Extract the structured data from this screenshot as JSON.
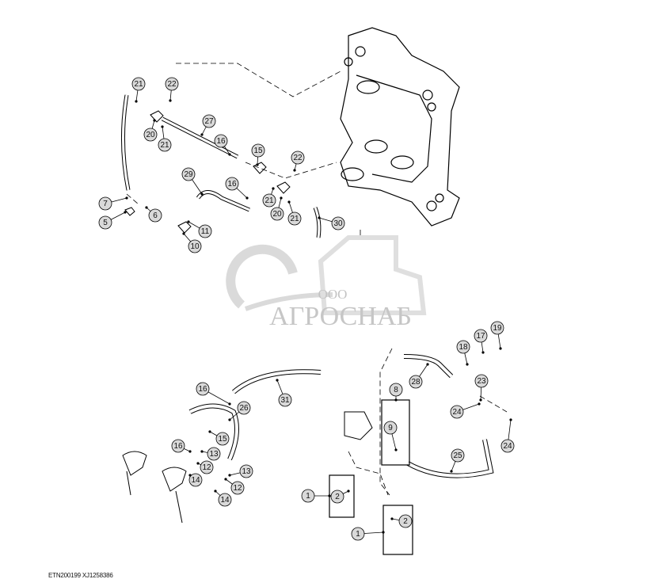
{
  "diagram": {
    "reference_code": "ETN200199  XJ1258386",
    "callouts": [
      "21",
      "22",
      "27",
      "20",
      "21",
      "16",
      "15",
      "22",
      "29",
      "16",
      "21",
      "20",
      "21",
      "30",
      "7",
      "5",
      "6",
      "11",
      "10",
      "19",
      "17",
      "18",
      "23",
      "28",
      "8",
      "24",
      "24",
      "9",
      "25",
      "16",
      "31",
      "26",
      "15",
      "16",
      "13",
      "12",
      "14",
      "13",
      "12",
      "14",
      "1",
      "2",
      "1",
      "2"
    ],
    "line_color": "#000000",
    "callout_fill": "#d9d9d9"
  },
  "watermark": {
    "company_prefix": "ООО",
    "company_name": "АГРОСНАБ",
    "color": "#c8c8c8"
  }
}
